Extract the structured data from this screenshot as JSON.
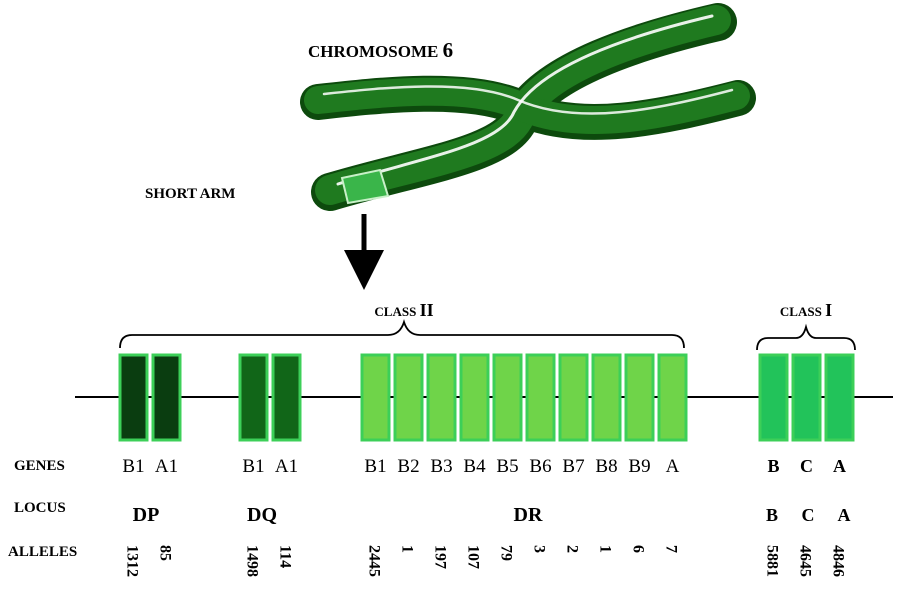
{
  "title": {
    "chromosome": "CHROMOSOME",
    "number": "6"
  },
  "arm_label": "SHORT ARM",
  "classes": [
    {
      "id": "class2",
      "prefix": "CLASS",
      "roman": "II"
    },
    {
      "id": "class1",
      "prefix": "CLASS",
      "roman": "I"
    }
  ],
  "row_labels": {
    "genes": "GENES",
    "locus": "LOCUS",
    "alleles": "ALLELES"
  },
  "colors": {
    "chromosome": "#1f7a1f",
    "band": "#3ab54a",
    "dp": "#0a3d10",
    "dq": "#116618",
    "dr": "#6fd449",
    "class1": "#22c35a",
    "border": "#3ccf58"
  },
  "genes": [
    {
      "locus": "DP",
      "name": "B1",
      "alleles": "1312",
      "color": "#0a3d10"
    },
    {
      "locus": "DP",
      "name": "A1",
      "alleles": "85",
      "color": "#0a3d10"
    },
    {
      "locus": "DQ",
      "name": "B1",
      "alleles": "1498",
      "color": "#116618"
    },
    {
      "locus": "DQ",
      "name": "A1",
      "alleles": "114",
      "color": "#116618"
    },
    {
      "locus": "DR",
      "name": "B1",
      "alleles": "2445",
      "color": "#6fd449"
    },
    {
      "locus": "DR",
      "name": "B2",
      "alleles": "1",
      "color": "#6fd449"
    },
    {
      "locus": "DR",
      "name": "B3",
      "alleles": "197",
      "color": "#6fd449"
    },
    {
      "locus": "DR",
      "name": "B4",
      "alleles": "107",
      "color": "#6fd449"
    },
    {
      "locus": "DR",
      "name": "B5",
      "alleles": "79",
      "color": "#6fd449"
    },
    {
      "locus": "DR",
      "name": "B6",
      "alleles": "3",
      "color": "#6fd449"
    },
    {
      "locus": "DR",
      "name": "B7",
      "alleles": "2",
      "color": "#6fd449"
    },
    {
      "locus": "DR",
      "name": "B8",
      "alleles": "1",
      "color": "#6fd449"
    },
    {
      "locus": "DR",
      "name": "B9",
      "alleles": "6",
      "color": "#6fd449"
    },
    {
      "locus": "DR",
      "name": "A",
      "alleles": "7",
      "color": "#6fd449"
    },
    {
      "locus": "B",
      "name": "B",
      "alleles": "5881",
      "color": "#22c35a"
    },
    {
      "locus": "C",
      "name": "C",
      "alleles": "4645",
      "color": "#22c35a"
    },
    {
      "locus": "A",
      "name": "A",
      "alleles": "4846",
      "color": "#22c35a"
    }
  ],
  "loci": [
    "DP",
    "DQ",
    "DR",
    "B",
    "C",
    "A"
  ]
}
